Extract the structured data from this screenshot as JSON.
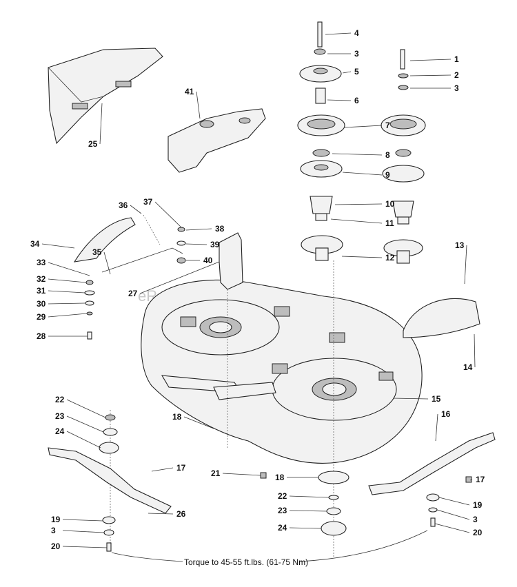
{
  "watermark": "eReplacementParts.com",
  "torque_note": "Torque to 45-55 ft.lbs. (61-75 Nm)",
  "callouts": [
    {
      "id": "c1",
      "text": "1"
    },
    {
      "id": "c2",
      "text": "2"
    },
    {
      "id": "c3a",
      "text": "3"
    },
    {
      "id": "c3b",
      "text": "3"
    },
    {
      "id": "c3c",
      "text": "3"
    },
    {
      "id": "c3d",
      "text": "3"
    },
    {
      "id": "c4",
      "text": "4"
    },
    {
      "id": "c5",
      "text": "5"
    },
    {
      "id": "c6",
      "text": "6"
    },
    {
      "id": "c7",
      "text": "7"
    },
    {
      "id": "c8",
      "text": "8"
    },
    {
      "id": "c9",
      "text": "9"
    },
    {
      "id": "c10",
      "text": "10"
    },
    {
      "id": "c11",
      "text": "11"
    },
    {
      "id": "c12",
      "text": "12"
    },
    {
      "id": "c13",
      "text": "13"
    },
    {
      "id": "c14",
      "text": "14"
    },
    {
      "id": "c15",
      "text": "15"
    },
    {
      "id": "c16",
      "text": "16"
    },
    {
      "id": "c17a",
      "text": "17"
    },
    {
      "id": "c17b",
      "text": "17"
    },
    {
      "id": "c18a",
      "text": "18"
    },
    {
      "id": "c18b",
      "text": "18"
    },
    {
      "id": "c19a",
      "text": "19"
    },
    {
      "id": "c19b",
      "text": "19"
    },
    {
      "id": "c20a",
      "text": "20"
    },
    {
      "id": "c20b",
      "text": "20"
    },
    {
      "id": "c21",
      "text": "21"
    },
    {
      "id": "c22a",
      "text": "22"
    },
    {
      "id": "c22b",
      "text": "22"
    },
    {
      "id": "c23a",
      "text": "23"
    },
    {
      "id": "c23b",
      "text": "23"
    },
    {
      "id": "c24a",
      "text": "24"
    },
    {
      "id": "c24b",
      "text": "24"
    },
    {
      "id": "c25",
      "text": "25"
    },
    {
      "id": "c26",
      "text": "26"
    },
    {
      "id": "c27",
      "text": "27"
    },
    {
      "id": "c28",
      "text": "28"
    },
    {
      "id": "c29",
      "text": "29"
    },
    {
      "id": "c30",
      "text": "30"
    },
    {
      "id": "c31",
      "text": "31"
    },
    {
      "id": "c32",
      "text": "32"
    },
    {
      "id": "c33",
      "text": "33"
    },
    {
      "id": "c34",
      "text": "34"
    },
    {
      "id": "c35",
      "text": "35"
    },
    {
      "id": "c36",
      "text": "36"
    },
    {
      "id": "c37",
      "text": "37"
    },
    {
      "id": "c38",
      "text": "38"
    },
    {
      "id": "c39",
      "text": "39"
    },
    {
      "id": "c40",
      "text": "40"
    },
    {
      "id": "c41",
      "text": "41"
    }
  ]
}
